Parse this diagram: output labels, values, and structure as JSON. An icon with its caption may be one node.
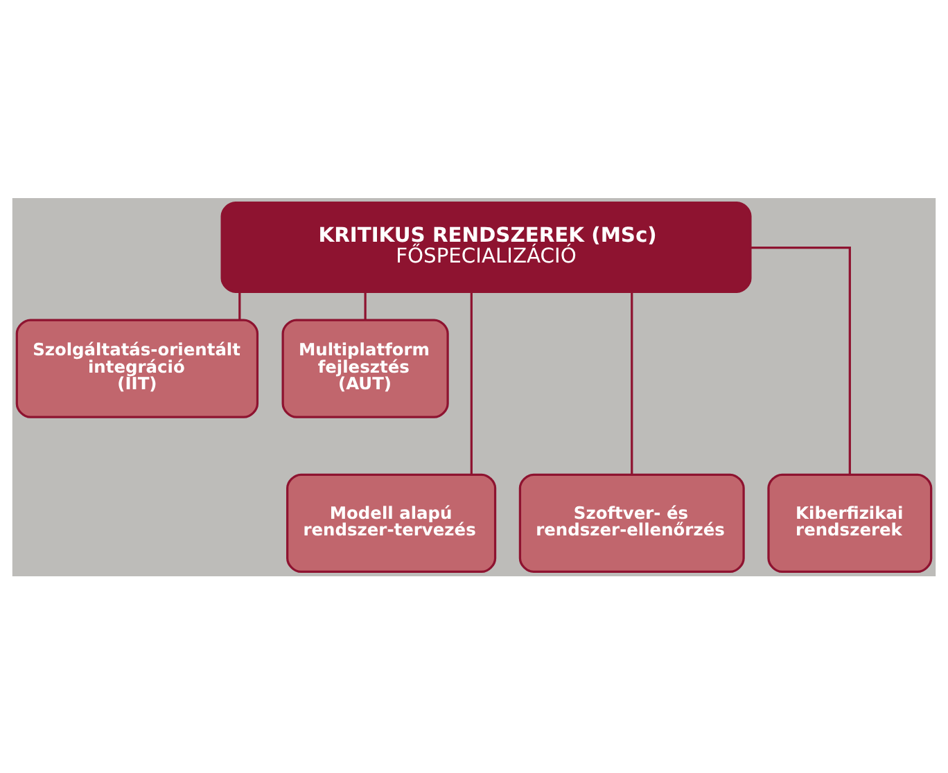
{
  "diagram": {
    "nodes": [
      {
        "text": [
          "KRITIKUS RENDSZEREK (MSc)",
          "FŐSPECIALIZÁCIÓ"
        ]
      },
      {
        "text": [
          "Szolgáltatás-orientált integráció (IIT)"
        ]
      },
      {
        "text": [
          "Multiplatform fejlesztés (AUT)"
        ]
      },
      {
        "text": [
          "Modell alapú rendszer-tervezés"
        ]
      },
      {
        "text": [
          "Szoftver- és rendszer-ellenőrzés"
        ]
      },
      {
        "text": [
          "Kiberfizikai rendszerek"
        ]
      }
    ],
    "edges": [
      {
        "from": 0,
        "to": 1,
        "arrow": "none"
      },
      {
        "from": 0,
        "to": 2,
        "arrow": "none"
      },
      {
        "from": 0,
        "to": 3,
        "arrow": "none"
      },
      {
        "from": 0,
        "to": 4,
        "arrow": "none"
      },
      {
        "from": 0,
        "to": 5,
        "arrow": "none"
      }
    ]
  }
}
